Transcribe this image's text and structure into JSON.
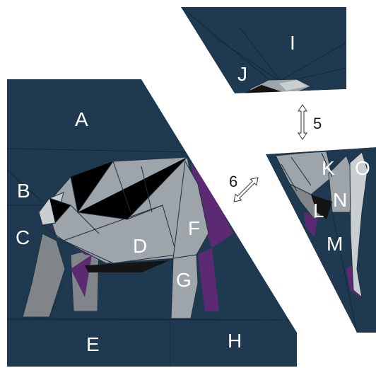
{
  "colors": {
    "background": "#ffffff",
    "navy": "#1f3a50",
    "light_gray": "#9ea5aa",
    "mid_gray": "#7f8589",
    "pale_gray": "#c9ced1",
    "purple": "#5c2a72",
    "black": "#141414",
    "label": "#ffffff",
    "arrow": "#333333"
  },
  "labels": {
    "A": "A",
    "B": "B",
    "C": "C",
    "D": "D",
    "E": "E",
    "F": "F",
    "G": "G",
    "H": "H",
    "I": "I",
    "J": "J",
    "K": "K",
    "L": "L",
    "M": "M",
    "N": "N",
    "O": "O"
  },
  "arrows": {
    "five": "5",
    "six": "6"
  },
  "icons": {
    "vertical_arrow": "double-headed-vertical-arrow",
    "diagonal_arrow": "double-headed-diagonal-arrow"
  }
}
